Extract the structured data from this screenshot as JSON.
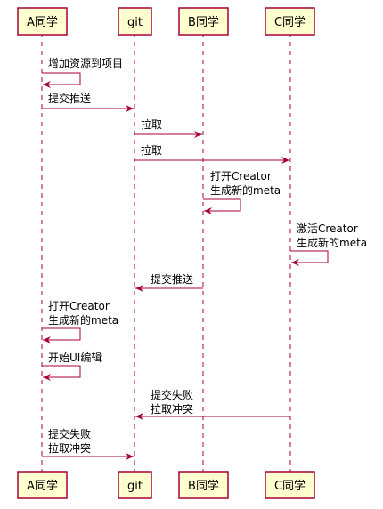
{
  "participants": {
    "a": "A同学",
    "git": "git",
    "b": "B同学",
    "c": "C同学"
  },
  "messages": [
    {
      "id": "m1",
      "lines": [
        "增加资源到项目"
      ]
    },
    {
      "id": "m2",
      "lines": [
        "提交推送"
      ]
    },
    {
      "id": "m3",
      "lines": [
        "拉取"
      ]
    },
    {
      "id": "m4",
      "lines": [
        "拉取"
      ]
    },
    {
      "id": "m5",
      "lines": [
        "打开Creator",
        "生成新的meta"
      ]
    },
    {
      "id": "m6",
      "lines": [
        "激活Creator",
        "生成新的meta"
      ]
    },
    {
      "id": "m7",
      "lines": [
        "提交推送"
      ]
    },
    {
      "id": "m8",
      "lines": [
        "打开Creator",
        "生成新的meta"
      ]
    },
    {
      "id": "m9",
      "lines": [
        "开始UI编辑"
      ]
    },
    {
      "id": "m10",
      "lines": [
        "提交失败",
        "拉取冲突"
      ]
    },
    {
      "id": "m11",
      "lines": [
        "提交失败",
        "拉取冲突"
      ]
    }
  ]
}
